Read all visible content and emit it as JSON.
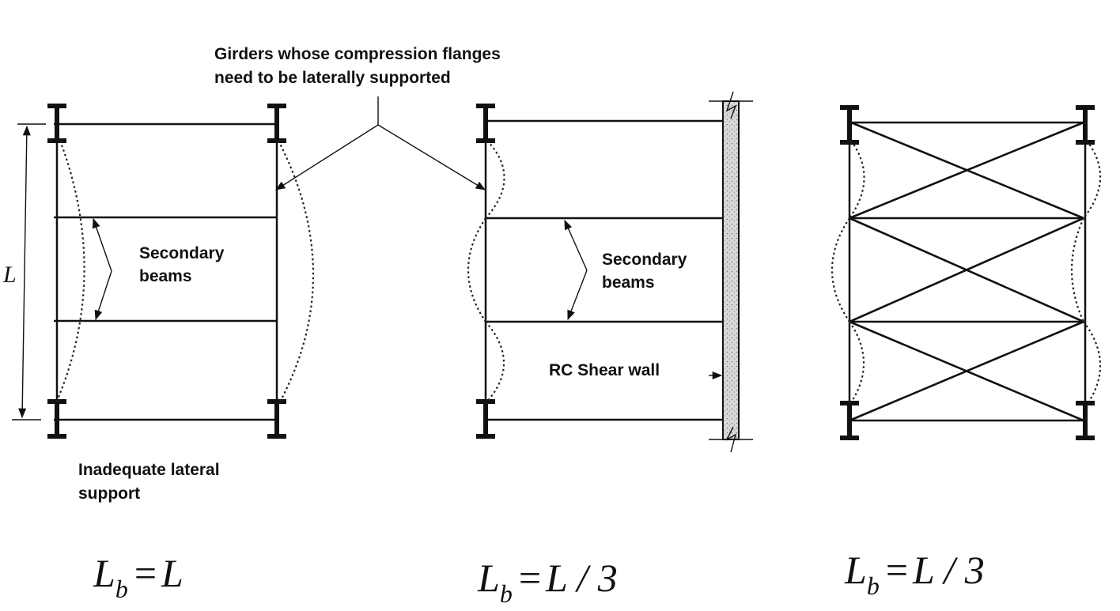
{
  "title_callout": {
    "line1": "Girders whose compression flanges",
    "line2": "need to be laterally supported"
  },
  "panels": [
    {
      "id": "inadequate",
      "name": "panel-inadequate-support",
      "secondary_beams_label": [
        "Secondary",
        "beams"
      ],
      "caption": [
        "Inadequate lateral",
        "support"
      ],
      "dimension_label": "L",
      "buckled_segments": 1,
      "right_support": "girder",
      "bracing": "none",
      "formula": {
        "lhs": "L",
        "sub": "b",
        "rhs": "L"
      }
    },
    {
      "id": "shear-wall",
      "name": "panel-shear-wall",
      "secondary_beams_label": [
        "Secondary",
        "beams"
      ],
      "wall_label": "RC Shear wall",
      "buckled_segments": 3,
      "right_support": "rc-shear-wall",
      "bracing": "none",
      "formula": {
        "lhs": "L",
        "sub": "b",
        "rhs": "L / 3"
      }
    },
    {
      "id": "x-braced",
      "name": "panel-x-braced",
      "buckled_segments": 3,
      "right_support": "girder",
      "bracing": "x-bracing",
      "formula": {
        "lhs": "L",
        "sub": "b",
        "rhs": "L / 3"
      }
    }
  ]
}
